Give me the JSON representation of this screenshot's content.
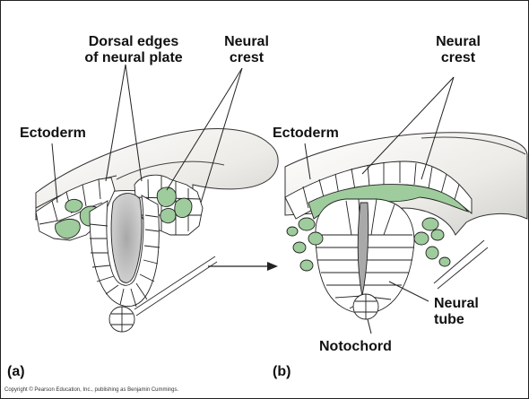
{
  "labels": {
    "dorsal_edges_line1": "Dorsal edges",
    "dorsal_edges_line2": "of neural plate",
    "neural_crest_a_line1": "Neural",
    "neural_crest_a_line2": "crest",
    "ectoderm_a": "Ectoderm",
    "neural_crest_b_line1": "Neural",
    "neural_crest_b_line2": "crest",
    "ectoderm_b": "Ectoderm",
    "neural_tube_line1": "Neural",
    "neural_tube_line2": "tube",
    "notochord": "Notochord"
  },
  "panels": {
    "a": "(a)",
    "b": "(b)"
  },
  "copyright": "Copyright © Pearson Education, Inc., publishing as Benjamin Cummings.",
  "colors": {
    "neural_crest_green": "#9fcc9c",
    "outline": "#222222",
    "tube_lumen": "#b9b9b9",
    "surface_gray": "#e8e8e4"
  }
}
